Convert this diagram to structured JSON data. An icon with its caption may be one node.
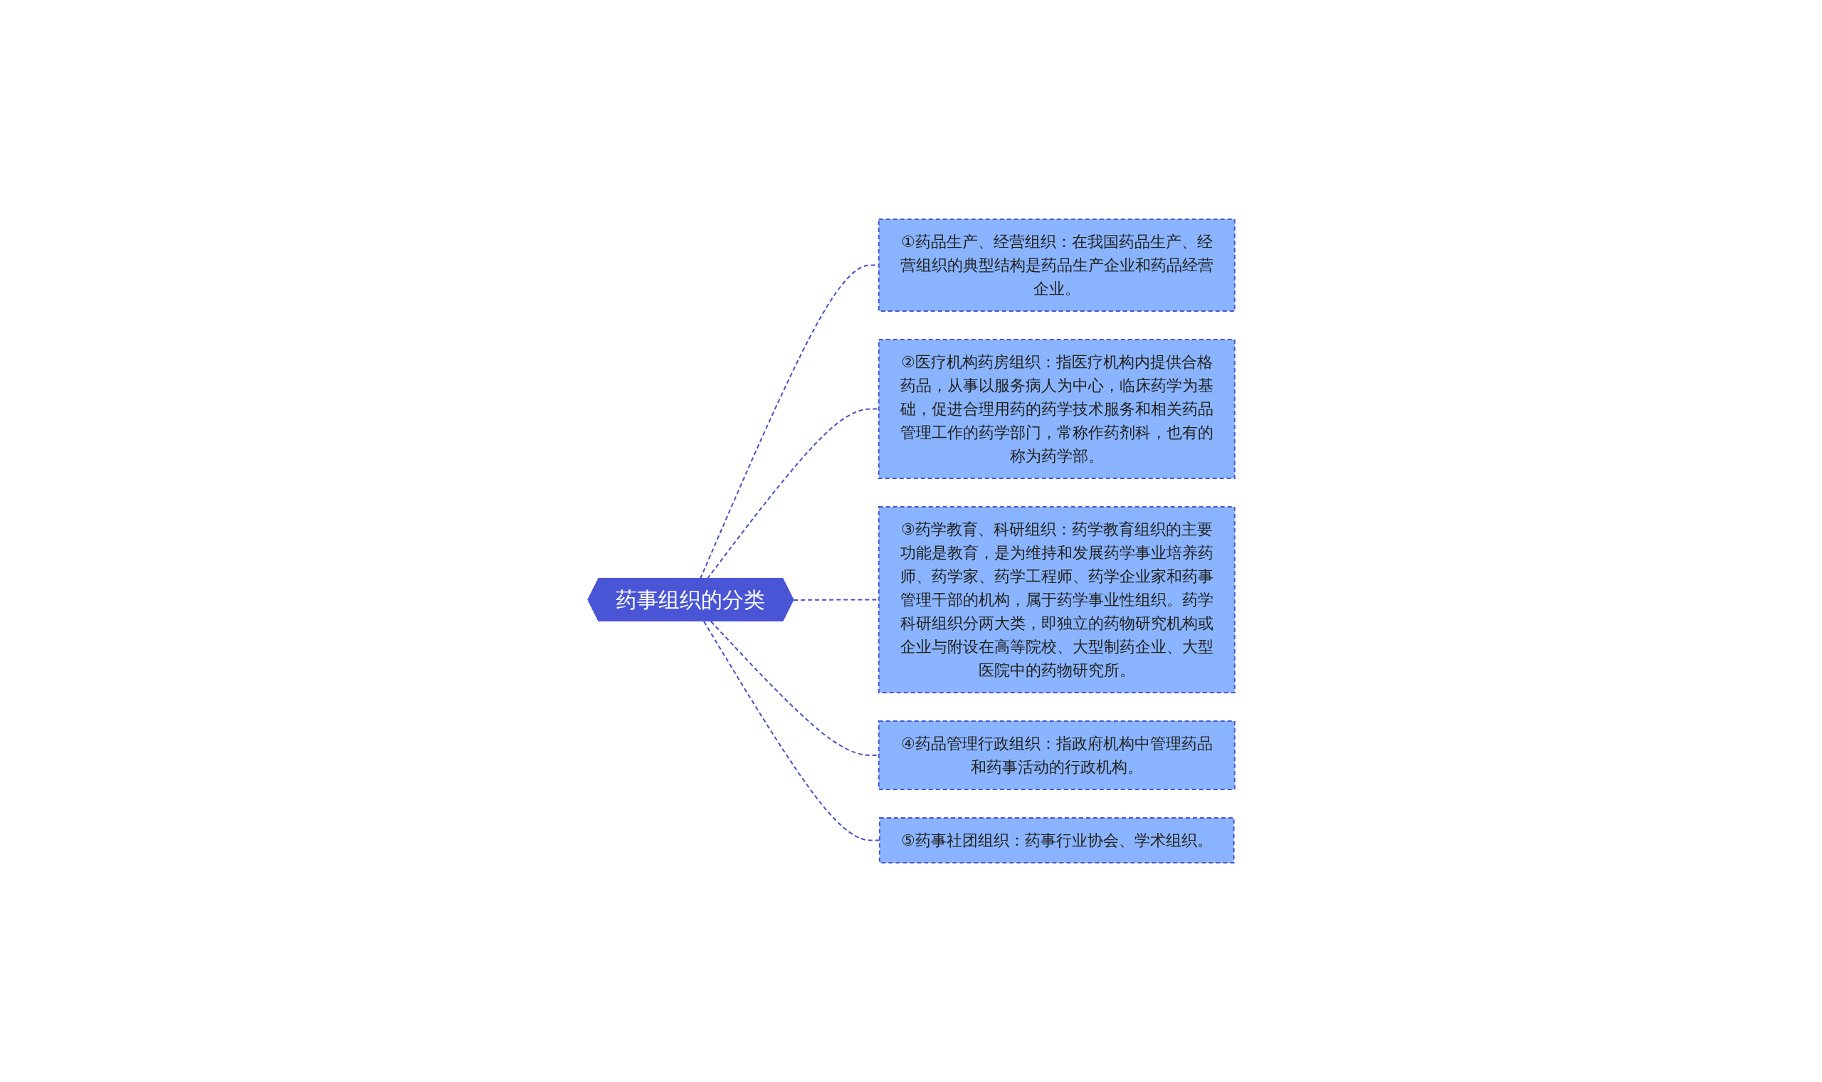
{
  "diagram": {
    "nodes": [
      {
        "text": [
          "药事组织的分类"
        ]
      },
      {
        "text": [
          "①药品生产、经营组织：在我国药品生产、经营组织的典型结构是药品生产企业和药品经营企业。"
        ]
      },
      {
        "text": [
          "②医疗机构药房组织：指医疗机构内提供合格药品，从事以服务病人为中心，临床药学为基础，促进合理用药的药学技术服务和相关药品管理工作的药学部门，常称作药剂科，也有的称为药学部。"
        ]
      },
      {
        "text": [
          "③药学教育、科研组织：药学教育组织的主要功能是教育，是为维持和发展药学事业培养药师、药学家、药学工程师、药学企业家和药事管理干部的机构，属于药学事业性组织。药学科研组织分两大类，即独立的药物研究机构或企业与附设在高等院校、大型制药企业、大型医院中的药物研究所。"
        ]
      },
      {
        "text": [
          "④药品管理行政组织：指政府机构中管理药品和药事活动的行政机构。"
        ]
      },
      {
        "text": [
          "⑤药事社团组织：药事行业协会、学术组织。"
        ]
      }
    ],
    "edges": [
      {
        "from": 0,
        "to": 1,
        "arrow": "none",
        "style": "dashed"
      },
      {
        "from": 0,
        "to": 2,
        "arrow": "none",
        "style": "dashed"
      },
      {
        "from": 0,
        "to": 3,
        "arrow": "none",
        "style": "dashed"
      },
      {
        "from": 0,
        "to": 4,
        "arrow": "none",
        "style": "dashed"
      },
      {
        "from": 0,
        "to": 5,
        "arrow": "none",
        "style": "dashed"
      }
    ]
  }
}
